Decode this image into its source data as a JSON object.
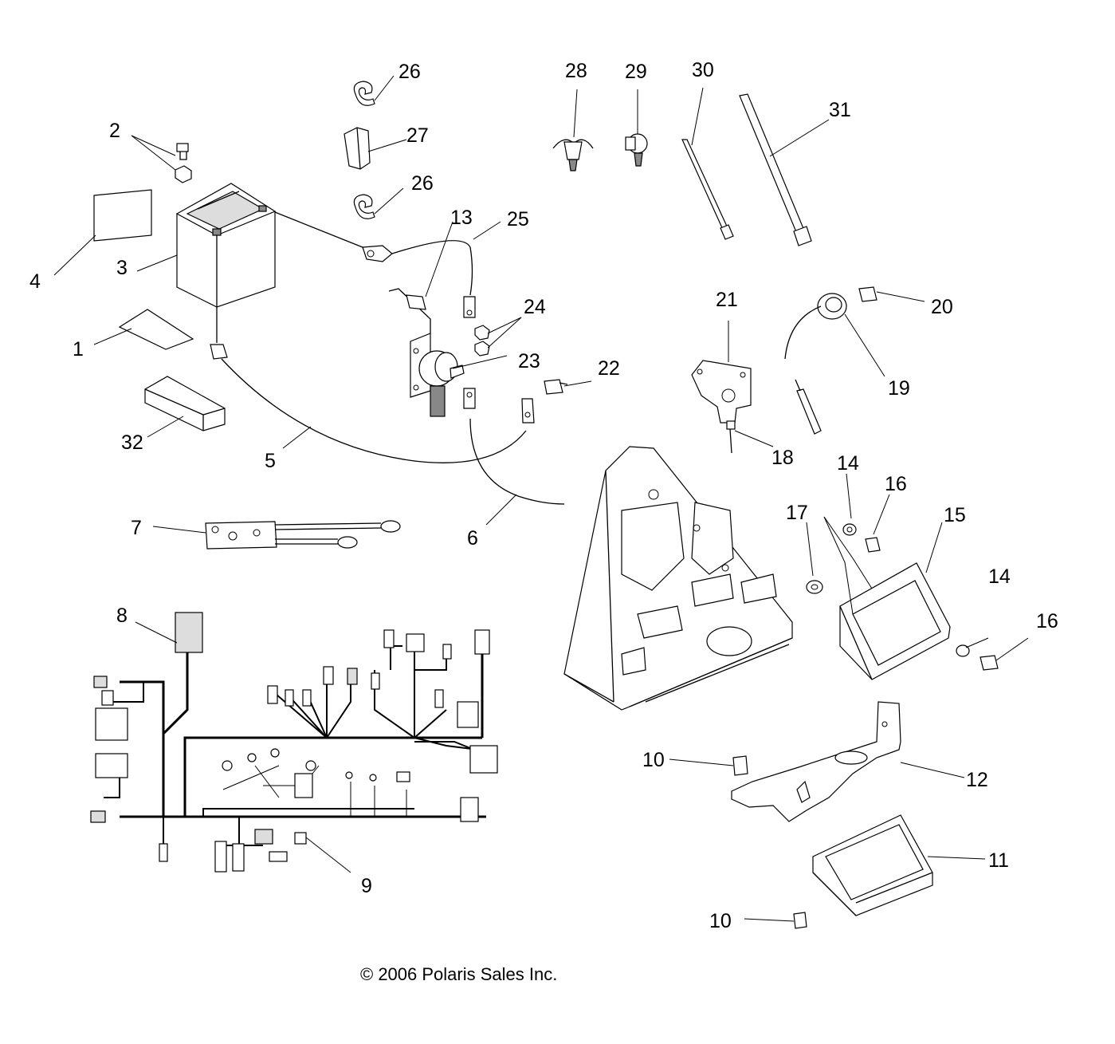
{
  "labels": {
    "l1": "1",
    "l2": "2",
    "l3": "3",
    "l4": "4",
    "l5": "5",
    "l6": "6",
    "l7": "7",
    "l8": "8",
    "l9": "9",
    "l10a": "10",
    "l10b": "10",
    "l11": "11",
    "l12": "12",
    "l13": "13",
    "l14a": "14",
    "l14b": "14",
    "l15": "15",
    "l16a": "16",
    "l16b": "16",
    "l17": "17",
    "l18": "18",
    "l19": "19",
    "l20": "20",
    "l21": "21",
    "l22": "22",
    "l23": "23",
    "l24": "24",
    "l25": "25",
    "l26a": "26",
    "l26b": "26",
    "l27": "27",
    "l28": "28",
    "l29": "29",
    "l30": "30",
    "l31": "31",
    "l32": "32"
  },
  "copyright": "© 2006 Polaris Sales Inc."
}
